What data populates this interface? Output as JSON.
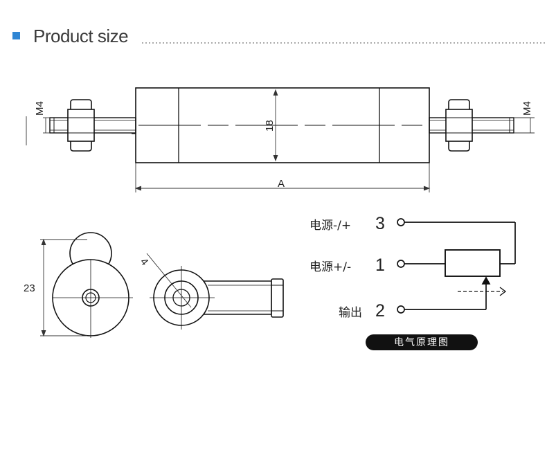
{
  "header": {
    "title": "Product size"
  },
  "dimensions": {
    "thread_left": "M4",
    "thread_right": "M4",
    "body_diameter": "18",
    "length": "A",
    "end_diameter": "23",
    "hole": "4"
  },
  "circuit": {
    "pin3_label": "电源-/+",
    "pin3_number": "3",
    "pin1_label": "电源+/-",
    "pin1_number": "1",
    "pin2_label": "输出",
    "pin2_number": "2",
    "caption": "电气原理图"
  }
}
